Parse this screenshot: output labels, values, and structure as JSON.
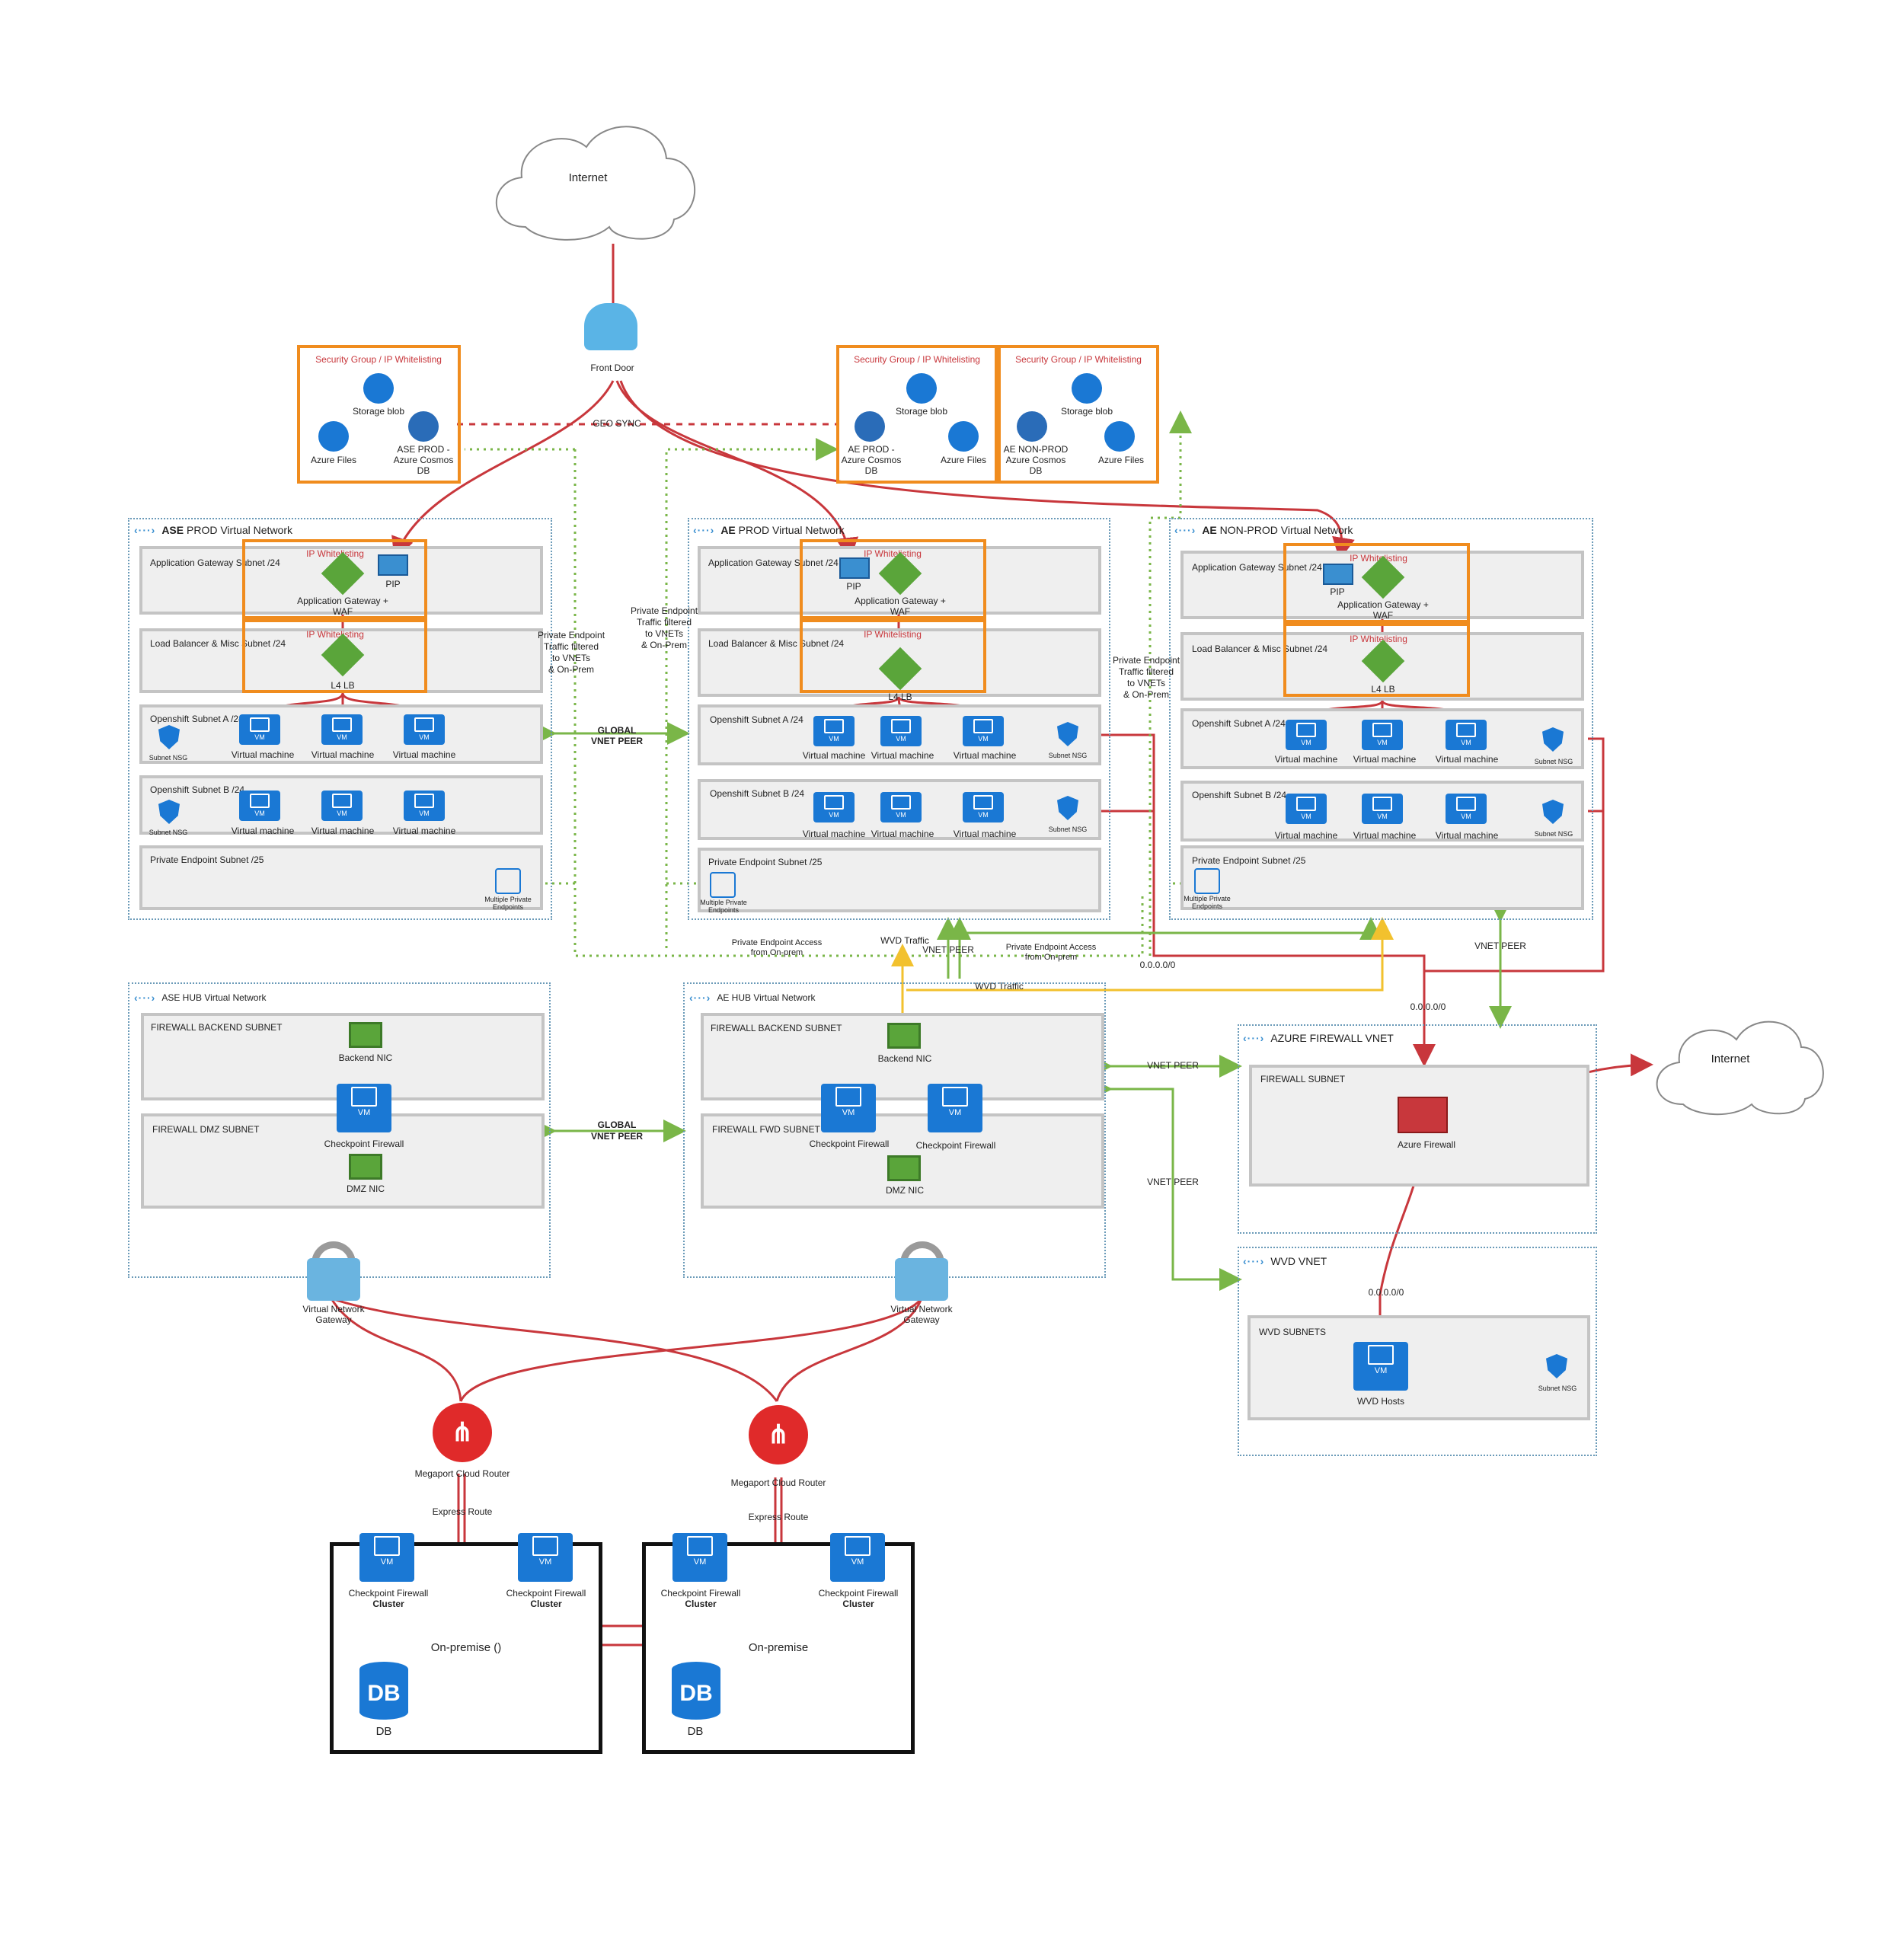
{
  "internet": {
    "top_label": "Internet",
    "right_label": "Internet"
  },
  "front_door": {
    "label": "Front Door",
    "geo_sync": "GEO SYNC"
  },
  "security_groups": {
    "ase": {
      "title": "Security Group / IP Whitelisting",
      "storage": "Storage blob",
      "files": "Azure Files",
      "cosmos": "ASE PROD - Azure Cosmos DB"
    },
    "ae_prod": {
      "title": "Security Group / IP Whitelisting",
      "storage": "Storage blob",
      "files": "Azure Files",
      "cosmos": "AE PROD - Azure Cosmos DB"
    },
    "ae_nonprod": {
      "title": "Security Group / IP Whitelisting",
      "storage": "Storage blob",
      "files": "Azure Files",
      "cosmos": "AE NON-PROD Azure Cosmos DB"
    }
  },
  "vnets": {
    "ase_prod": {
      "prefix": "ASE",
      "title": " PROD Virtual Network",
      "appgw_subnet": "Application Gateway Subnet /24",
      "lb_subnet": "Load Balancer & Misc Subnet /24",
      "os_a": "Openshift Subnet A /24",
      "os_b": "Openshift Subnet B /24",
      "pe_subnet": "Private Endpoint Subnet /25",
      "ip_white": "IP Whitelisting",
      "appgw": "Application Gateway + WAF",
      "pip": "PIP",
      "l4lb": "L4 LB",
      "vm": "Virtual machine",
      "nsg": "Subnet NSG",
      "multi_pe": "Multiple Private Endpoints"
    },
    "ae_prod": {
      "prefix": "AE",
      "title": " PROD Virtual Network",
      "appgw_subnet": "Application Gateway Subnet /24",
      "lb_subnet": "Load Balancer & Misc Subnet /24",
      "os_a": "Openshift Subnet A /24",
      "os_b": "Openshift Subnet B /24",
      "pe_subnet": "Private Endpoint Subnet /25",
      "ip_white": "IP Whitelisting",
      "appgw": "Application Gateway + WAF",
      "pip": "PIP",
      "l4lb": "L4 LB",
      "vm": "Virtual machine",
      "nsg": "Subnet NSG",
      "multi_pe": "Multiple Private Endpoints"
    },
    "ae_nonprod": {
      "prefix": "AE",
      "title": " NON-PROD Virtual Network",
      "appgw_subnet": "Application Gateway Subnet /24",
      "lb_subnet": "Load Balancer & Misc Subnet /24",
      "os_a": "Openshift Subnet A /24",
      "os_b": "Openshift Subnet B /24",
      "pe_subnet": "Private Endpoint Subnet /25",
      "ip_white": "IP Whitelisting",
      "appgw": "Application Gateway + WAF",
      "pip": "PIP",
      "l4lb": "L4 LB",
      "vm": "Virtual machine",
      "nsg": "Subnet NSG",
      "multi_pe": "Multiple Private Endpoints"
    },
    "ase_hub": {
      "title": "ASE HUB Virtual Network",
      "fw_backend": "FIREWALL BACKEND SUBNET",
      "fw_dmz": "FIREWALL DMZ SUBNET",
      "backend_nic": "Backend NIC",
      "dmz_nic": "DMZ NIC",
      "checkpoint": "Checkpoint Firewall"
    },
    "ae_hub": {
      "title": "AE HUB Virtual Network",
      "fw_backend": "FIREWALL BACKEND SUBNET",
      "fw_fwd": "FIREWALL FWD SUBNET",
      "backend_nic": "Backend NIC",
      "dmz_nic": "DMZ NIC",
      "checkpoint": "Checkpoint Firewall"
    },
    "azure_fw": {
      "title": "AZURE FIREWALL VNET",
      "subnet": "FIREWALL SUBNET",
      "fw": "Azure Firewall"
    },
    "wvd": {
      "title": "WVD VNET",
      "subnet": "WVD SUBNETS",
      "hosts": "WVD Hosts",
      "nsg": "Subnet NSG"
    }
  },
  "connections": {
    "global_peer_1": "GLOBAL",
    "global_peer_2": "VNET PEER",
    "pe_traffic": [
      "Private Endpoint",
      "Traffic filtered",
      "to VNETs",
      "& On-Prem"
    ],
    "pe_access": [
      "Private Endpoint Access",
      "from On-prem"
    ],
    "wvd_traffic": "WVD Traffic",
    "vnet_peer": "VNET PEER",
    "route_default": "0.0.0.0/0",
    "vng": "Virtual Network Gateway",
    "megaport": "Megaport Cloud Router",
    "express_route": "Express Route"
  },
  "onprem": {
    "left": {
      "title": "On-premise ()",
      "fw": "Checkpoint Firewall",
      "cluster": "Cluster",
      "db": "DB"
    },
    "right": {
      "title": "On-premise",
      "fw": "Checkpoint Firewall",
      "cluster": "Cluster",
      "db": "DB"
    }
  },
  "vm_badge": "VM",
  "colors": {
    "red_link": "#c8373c",
    "green_link": "#7ab648",
    "yellow_link": "#f2c12e",
    "orange_border": "#f08c1e",
    "azure_blue": "#1a78d4"
  }
}
